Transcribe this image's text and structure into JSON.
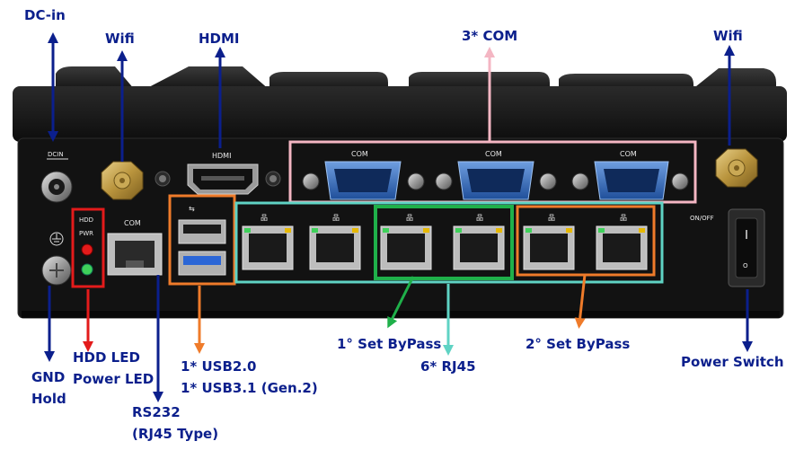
{
  "labels": {
    "dc_in": "DC-in",
    "wifi_left": "Wifi",
    "hdmi": "HDMI",
    "com3": "3* COM",
    "wifi_right": "Wifi",
    "gnd": "GND",
    "hold": "Hold",
    "hdd_led": "HDD LED",
    "power_led": "Power LED",
    "rs232": "RS232",
    "rs232_type": "(RJ45 Type)",
    "usb20": "1* USB2.0",
    "usb31": "1* USB3.1 (Gen.2)",
    "bypass1": "1° Set ByPass",
    "rj45": "6* RJ45",
    "bypass2": "2° Set ByPass",
    "power_switch": "Power Switch"
  },
  "panel": {
    "dcin": "DCIN",
    "hdmi": "HDMI",
    "com_a": "COM",
    "com_b": "COM",
    "com_c": "COM",
    "com_left": "COM",
    "hdd": "HDD",
    "pwr": "PWR",
    "onoff": "ON/OFF",
    "power_off_mark": "O"
  },
  "colors": {
    "label_blue": "#0b1f8c",
    "arrow_blue": "#0b1f8c",
    "pink": "#f4b6c3",
    "teal": "#5fd3c4",
    "green": "#1fb04a",
    "orange": "#ef7b2a",
    "red": "#e31b1b",
    "chassis": "#141414"
  }
}
